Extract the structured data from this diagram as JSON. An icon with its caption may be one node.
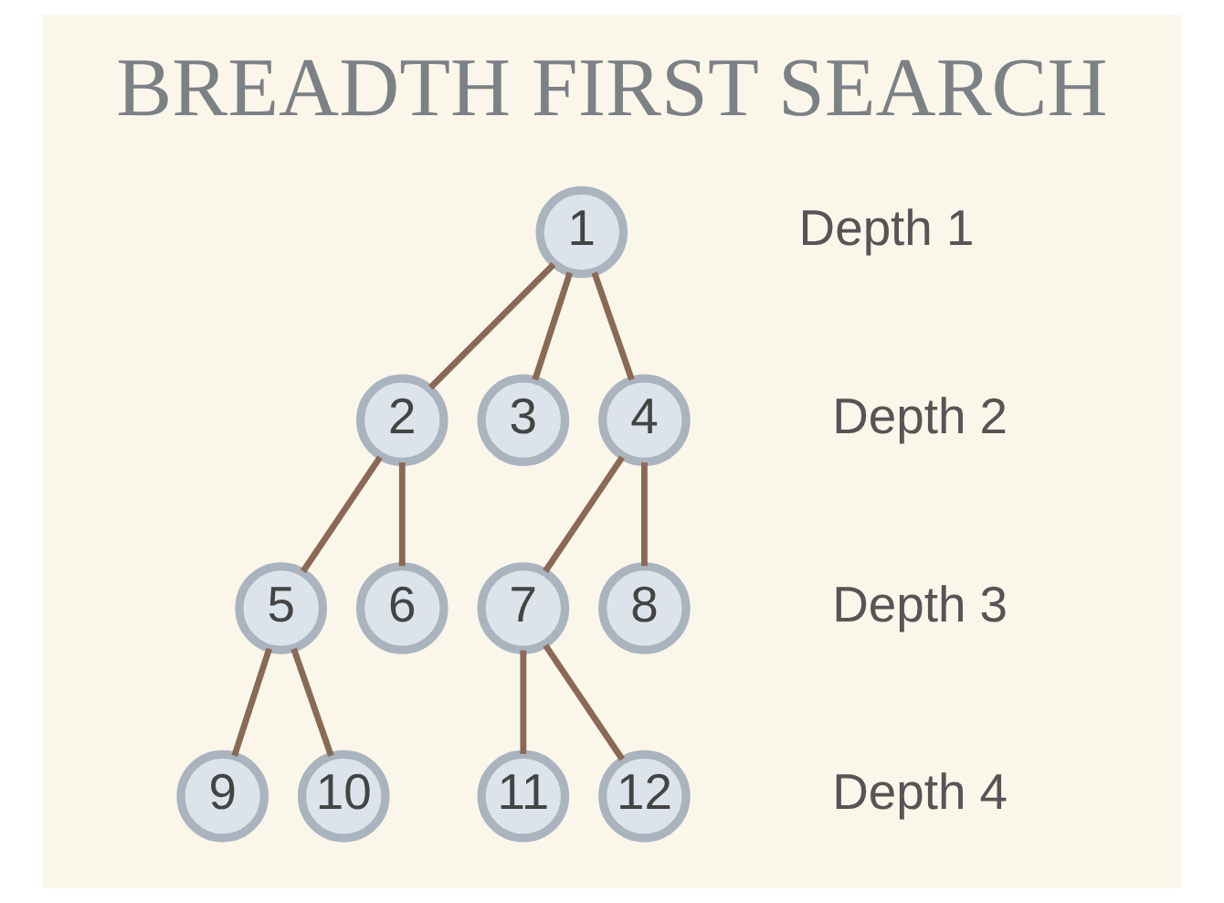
{
  "diagram": {
    "title": "BREADTH FIRST SEARCH",
    "nodes": [
      {
        "text": [
          "1"
        ]
      },
      {
        "text": [
          "2"
        ]
      },
      {
        "text": [
          "3"
        ]
      },
      {
        "text": [
          "4"
        ]
      },
      {
        "text": [
          "5"
        ]
      },
      {
        "text": [
          "6"
        ]
      },
      {
        "text": [
          "7"
        ]
      },
      {
        "text": [
          "8"
        ]
      },
      {
        "text": [
          "9"
        ]
      },
      {
        "text": [
          "10"
        ]
      },
      {
        "text": [
          "11"
        ]
      },
      {
        "text": [
          "12"
        ]
      }
    ],
    "edges": [
      {
        "from": 0,
        "to": 1,
        "arrow": "none"
      },
      {
        "from": 0,
        "to": 2,
        "arrow": "none"
      },
      {
        "from": 0,
        "to": 3,
        "arrow": "none"
      },
      {
        "from": 1,
        "to": 4,
        "arrow": "none"
      },
      {
        "from": 1,
        "to": 5,
        "arrow": "none"
      },
      {
        "from": 3,
        "to": 6,
        "arrow": "none"
      },
      {
        "from": 3,
        "to": 7,
        "arrow": "none"
      },
      {
        "from": 4,
        "to": 8,
        "arrow": "none"
      },
      {
        "from": 4,
        "to": 9,
        "arrow": "none"
      },
      {
        "from": 6,
        "to": 10,
        "arrow": "none"
      },
      {
        "from": 6,
        "to": 11,
        "arrow": "none"
      }
    ],
    "labels": [
      "Depth 1",
      "Depth 2",
      "Depth 3",
      "Depth 4"
    ]
  }
}
